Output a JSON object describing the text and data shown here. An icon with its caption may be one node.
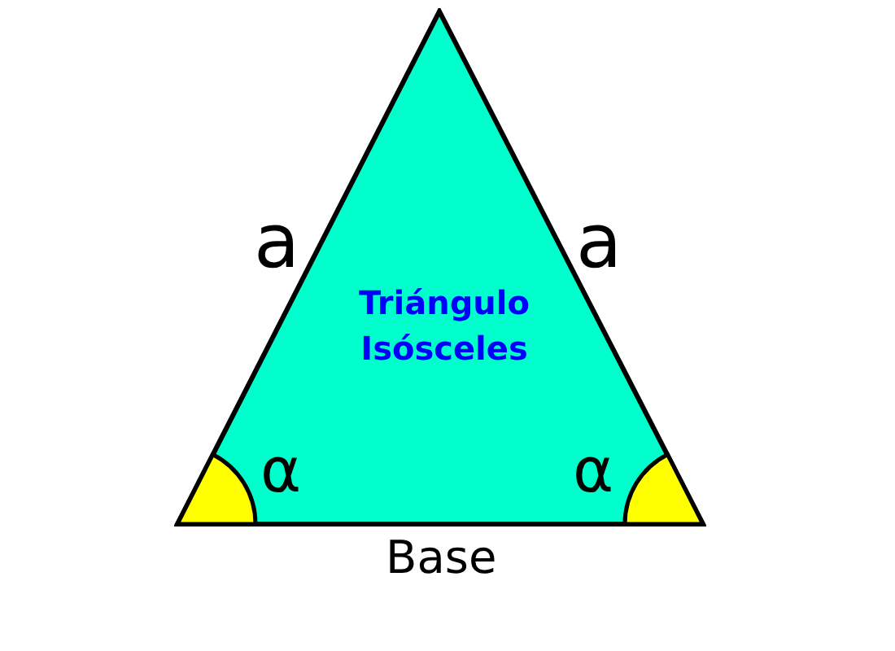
{
  "diagram": {
    "nodes": [
      {
        "text": [
          "Triángulo Isósceles"
        ]
      }
    ],
    "edges": [],
    "labels": [
      "a",
      "a",
      "α",
      "α",
      "Base"
    ]
  }
}
